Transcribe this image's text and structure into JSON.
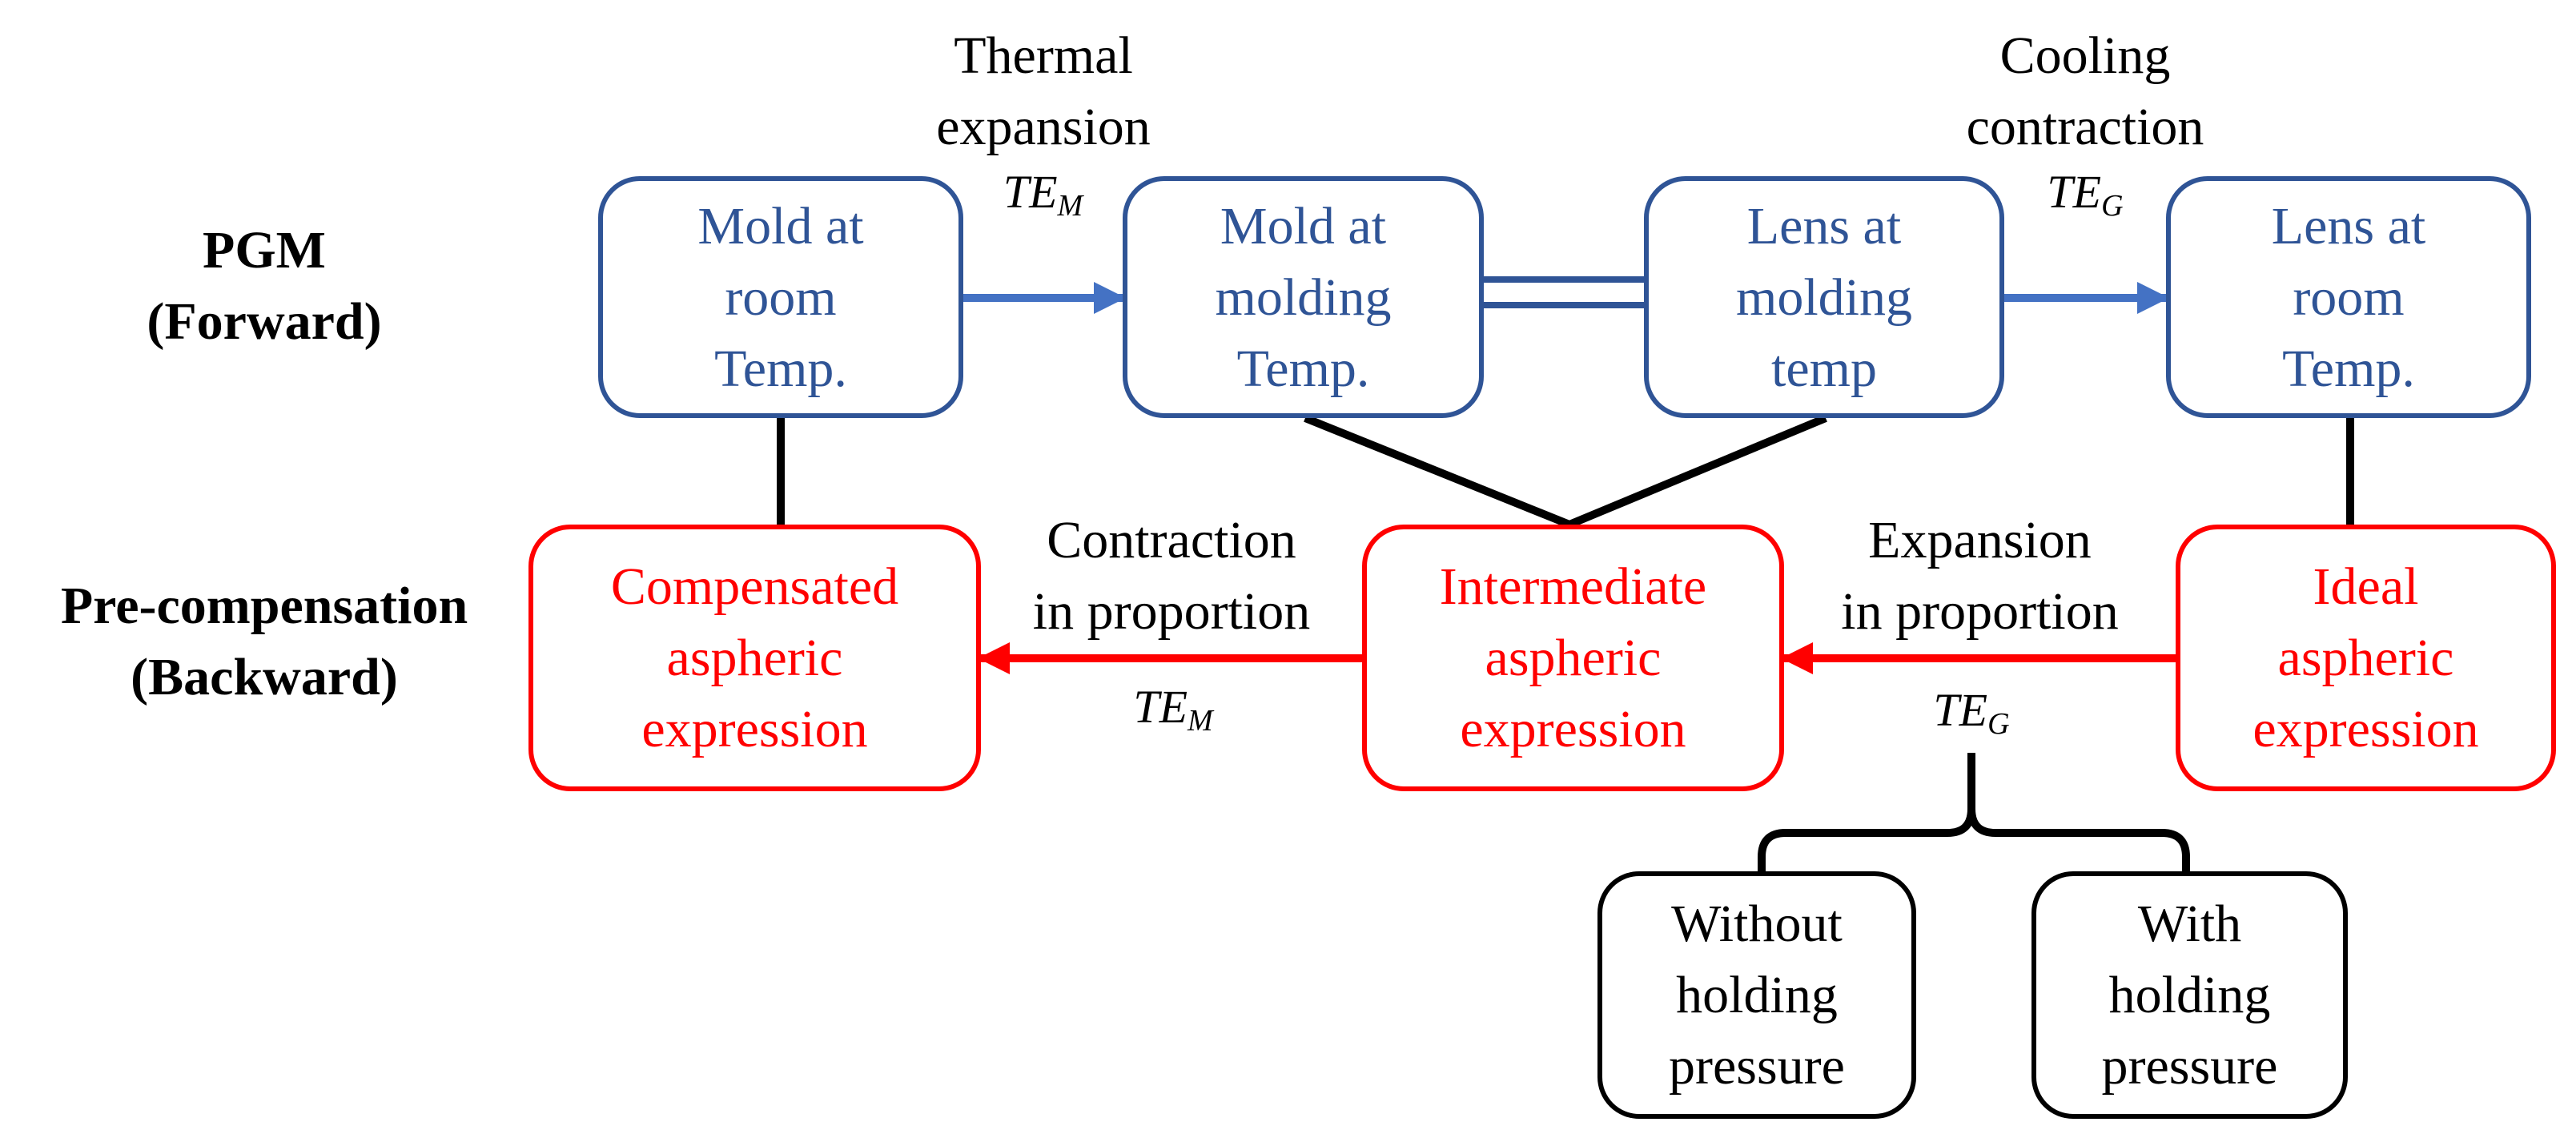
{
  "colors": {
    "forward": "#2F5496",
    "backward": "#FF0000",
    "neutral": "#000000"
  },
  "rows": {
    "forward": "PGM\n(Forward)",
    "backward": "Pre-compensation\n(Backward)"
  },
  "forward_boxes": [
    {
      "text": "Mold at\nroom\nTemp."
    },
    {
      "text": "Mold at\nmolding\nTemp."
    },
    {
      "text": "Lens at\nmolding\ntemp"
    },
    {
      "text": "Lens at\nroom\nTemp."
    }
  ],
  "backward_boxes": [
    {
      "text": "Compensated\naspheric\nexpression"
    },
    {
      "text": "Intermediate\naspheric\nexpression"
    },
    {
      "text": "Ideal\naspheric\nexpression"
    }
  ],
  "sub_boxes": [
    {
      "text": "Without\nholding\npressure"
    },
    {
      "text": "With\nholding\npressure"
    }
  ],
  "edge_labels": {
    "thermal_expansion": "Thermal\nexpansion",
    "cooling_contraction": "Cooling\ncontraction",
    "contraction_in_proportion": "Contraction\nin proportion",
    "expansion_in_proportion": "Expansion\nin proportion"
  },
  "symbols": {
    "te_m_base": "TE",
    "te_m_sub": "M",
    "te_g_base": "TE",
    "te_g_sub": "G"
  }
}
